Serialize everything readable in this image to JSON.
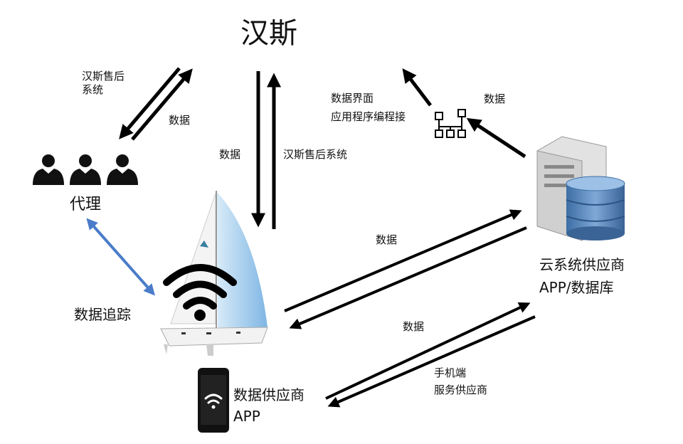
{
  "title": "汉斯",
  "labels": {
    "hanse_after_sales_left": [
      "汉斯售后",
      "系统"
    ],
    "data_agent_up": "数据",
    "data_center_down": "数据",
    "hanse_after_sales_center": "汉斯售后系统",
    "agent": "代理",
    "data_tracking": "数据追踪",
    "api": [
      "数据界面",
      "应用程序编程接"
    ],
    "data_server_api": "数据",
    "cloud_provider": [
      "云系统供应商",
      "APP/数据库"
    ],
    "data_boat_cloud": "数据",
    "data_cloud_phone": "数据",
    "mobile_provider": [
      "手机端",
      "服务供应商"
    ],
    "data_provider_app": [
      "数据供应商",
      "APP"
    ]
  },
  "colors": {
    "arrow": "#000000",
    "tracking_arrow": "#4a7cc9",
    "sail": "#9cc8ea",
    "db": "#4a78b0"
  },
  "icons": [
    "agent-person-icon",
    "sailboat-icon",
    "wifi-icon",
    "server-icon",
    "database-icon",
    "network-api-icon",
    "smartphone-icon"
  ]
}
